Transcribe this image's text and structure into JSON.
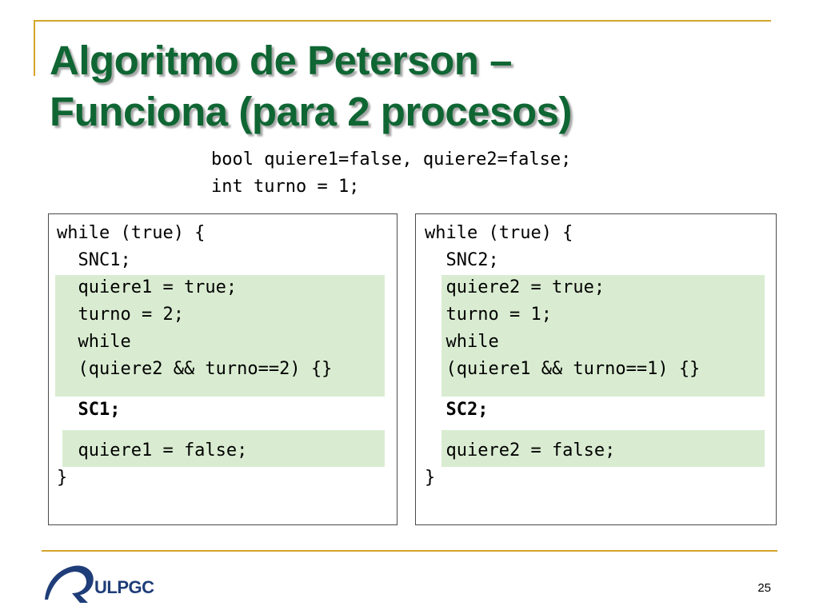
{
  "slide": {
    "title_line1": "Algoritmo de Peterson –",
    "title_line2": "Funciona (para 2 procesos)",
    "page_number": "25"
  },
  "declarations": [
    "bool quiere1=false, quiere2=false;",
    "int turno = 1;"
  ],
  "process1": {
    "lines": [
      "while (true) {",
      "  SNC1;",
      "  quiere1 = true;",
      "  turno = 2;",
      "  while",
      "  (quiere2 && turno==2) {}",
      "  SC1;",
      "  quiere1 = false;",
      "}"
    ]
  },
  "process2": {
    "lines": [
      "while (true) {",
      "  SNC2;",
      "  quiere2 = true;",
      "  turno = 1;",
      "  while",
      "  (quiere1 && turno==1) {}",
      "  SC2;",
      "  quiere2 = false;",
      "}"
    ]
  },
  "logo": {
    "text": "ULPGC"
  },
  "colors": {
    "title": "#0f6633",
    "accent_rule": "#d4a42a",
    "highlight": "#d9ecd1",
    "logo": "#1f3d78"
  }
}
